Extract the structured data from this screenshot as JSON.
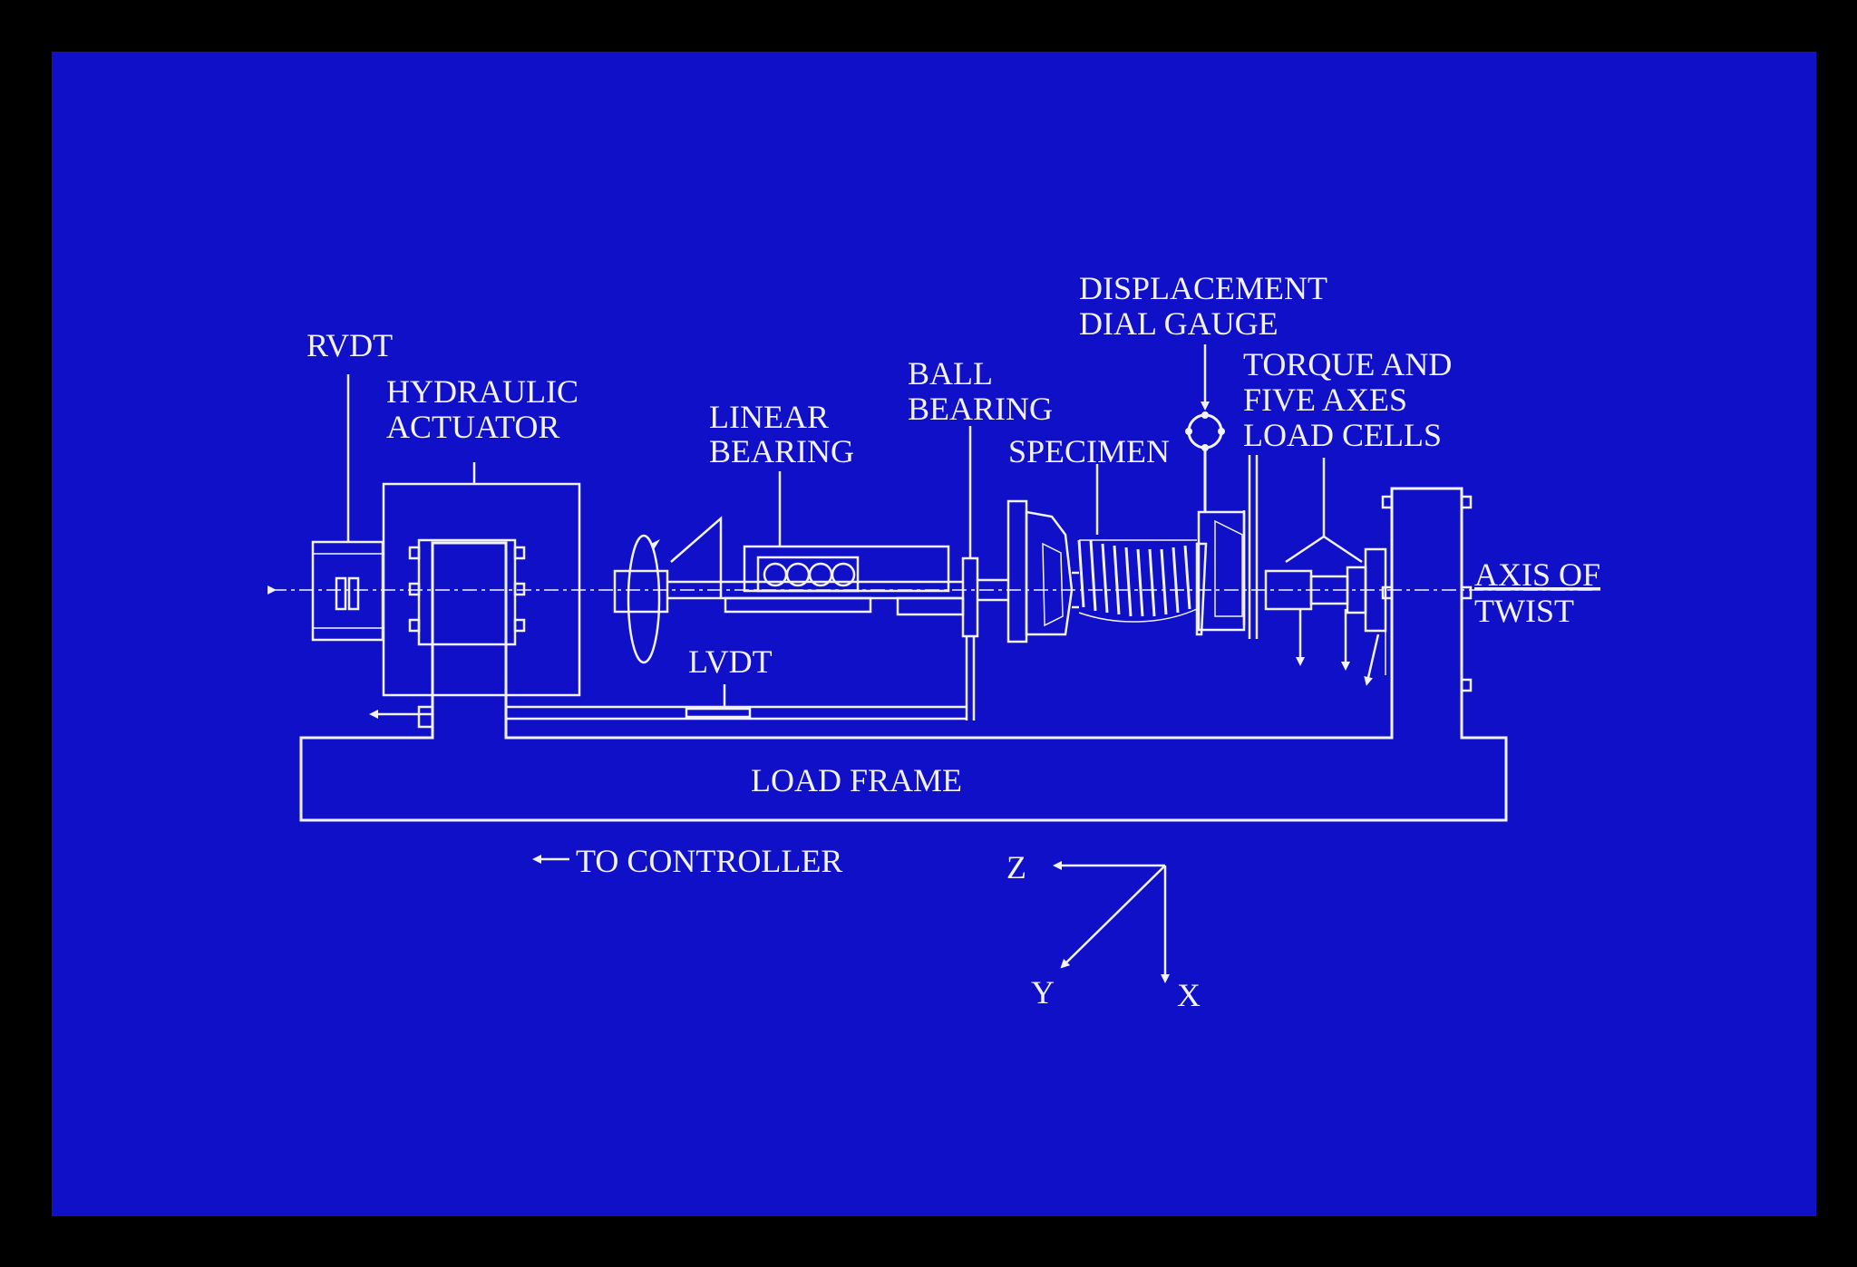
{
  "labels": {
    "rvdt": "RVDT",
    "hydraulic_1": "HYDRAULIC",
    "hydraulic_2": "ACTUATOR",
    "linear_1": "LINEAR",
    "linear_2": "BEARING",
    "ball_1": "BALL",
    "ball_2": "BEARING",
    "specimen": "SPECIMEN",
    "displacement_1": "DISPLACEMENT",
    "displacement_2": "DIAL GAUGE",
    "torque_1": "TORQUE AND",
    "torque_2": "FIVE AXES",
    "torque_3": "LOAD CELLS",
    "axis_1": "AXIS OF",
    "axis_2": "TWIST",
    "lvdt": "LVDT",
    "load_frame": "LOAD FRAME",
    "to_controller": "TO CONTROLLER",
    "axis_z": "Z",
    "axis_y": "Y",
    "axis_x": "X"
  },
  "colors": {
    "background": "#1010c8",
    "border": "#000000",
    "ink": "#f2f2ff"
  }
}
